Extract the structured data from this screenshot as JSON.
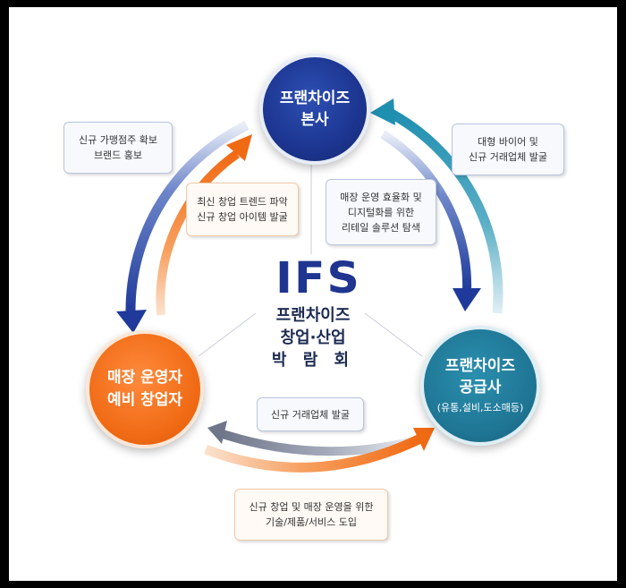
{
  "nodes": {
    "hq": {
      "line1": "프랜차이즈",
      "line2": "본사"
    },
    "operator": {
      "line1": "매장 운영자",
      "line2": "예비 창업자"
    },
    "supplier": {
      "line1": "프랜차이즈",
      "line2": "공급사",
      "sub": "(유통,설비,도소매등)"
    }
  },
  "center": {
    "logo": "IFS",
    "line1": "프랜차이즈",
    "line2": "창업·산업",
    "line3": "박 람 회"
  },
  "boxes": {
    "new_store_recruit": {
      "line1": "신규 가맹점주 확보",
      "line2": "브랜드 홍보"
    },
    "trend": {
      "line1": "최신 창업 트렌드 파악",
      "line2": "신규 창업 아이템 발굴"
    },
    "retail_solution": {
      "line1": "매장 운영 효율화 및",
      "line2": "디지털화를 위한",
      "line3": "리테일 솔루션 탐색"
    },
    "buyer": {
      "line1": "대형 바이어 및",
      "line2": "신규 거래업체 발굴"
    },
    "new_partner": {
      "line1": "신규 거래업체 발굴"
    },
    "tech": {
      "line1": "신규 창업 및 매장 운영을 위한",
      "line2": "기술/제품/서비스 도입"
    }
  },
  "colors": {
    "navy": "#1f3590",
    "orange": "#f06a14",
    "teal": "#1f7594",
    "grey_arrow": "#8e95a8"
  }
}
